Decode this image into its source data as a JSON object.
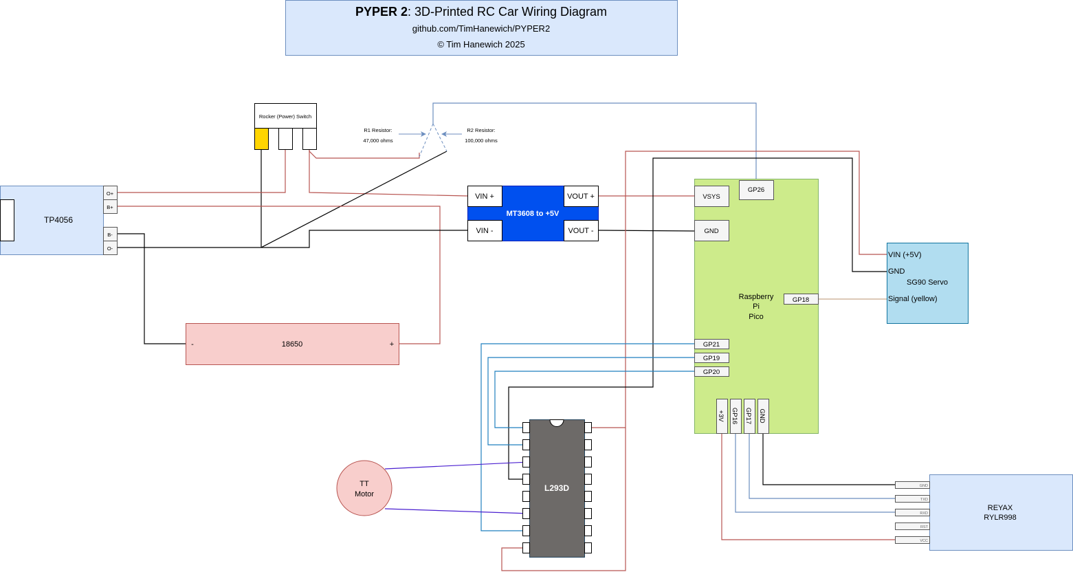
{
  "title": {
    "bold": "PYPER 2",
    "rest": ": 3D-Printed RC Car Wiring Diagram",
    "url": "github.com/TimHanewich/PYPER2",
    "copyright": "© Tim Hanewich 2025"
  },
  "switch": {
    "label": "Rocker (Power) Switch"
  },
  "resistors": {
    "r1_label": "R1 Resistor:",
    "r1_value": "47,000 ohms",
    "r2_label": "R2 Resistor:",
    "r2_value": "100,000 ohms"
  },
  "tp4056": {
    "label": "TP4056",
    "pins": [
      "O+",
      "B+",
      "B-",
      "O-"
    ]
  },
  "mt3608": {
    "label": "MT3608 to +5V",
    "vin_plus": "VIN +",
    "vin_minus": "VIN -",
    "vout_plus": "VOUT +",
    "vout_minus": "VOUT -"
  },
  "battery": {
    "label": "18650",
    "minus": "-",
    "plus": "+"
  },
  "pico": {
    "label1": "Raspberry",
    "label2": "Pi",
    "label3": "Pico",
    "vsys": "VSYS",
    "gnd": "GND",
    "gp26": "GP26",
    "gp18": "GP18",
    "gp21": "GP21",
    "gp19": "GP19",
    "gp20": "GP20",
    "bottom": [
      "+3V",
      "GP16",
      "GP17",
      "GND"
    ]
  },
  "servo": {
    "label": "SG90 Servo",
    "vin": "VIN (+5V)",
    "gnd": "GND",
    "signal": "Signal (yellow)"
  },
  "driver": {
    "label": "L293D"
  },
  "motor": {
    "label1": "TT",
    "label2": "Motor"
  },
  "reyax": {
    "label1": "REYAX",
    "label2": "RYLR998",
    "pins": [
      "GND",
      "TXD",
      "RXD",
      "RST",
      "VCC"
    ]
  },
  "colors": {
    "power": "#b85450",
    "ground": "#000000",
    "signal": "#1f7fbf",
    "motor": "#4a1fd0",
    "pico": "#cdeb8b",
    "boost": "#0050ef"
  }
}
